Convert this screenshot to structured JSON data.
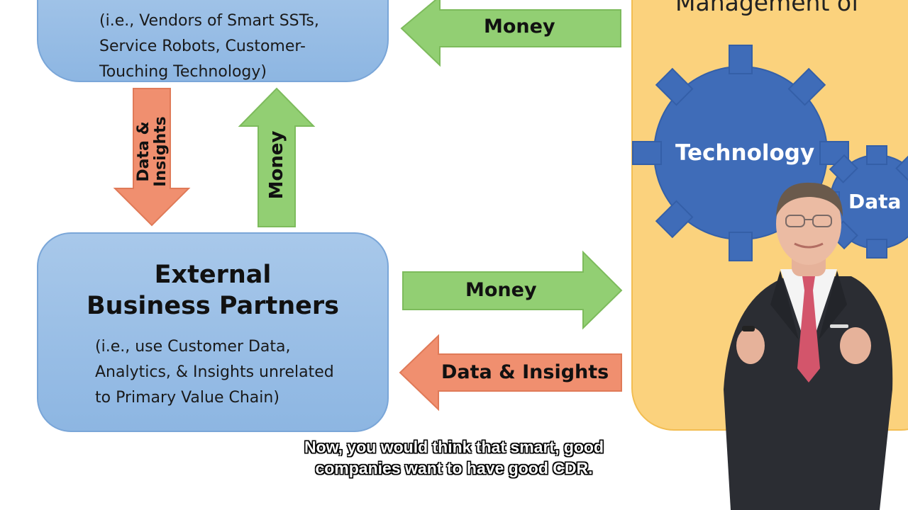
{
  "top_box": {
    "lines": [
      "(i.e., Vendors of Smart SSTs,",
      "Service Robots, Customer-",
      "Touching Technology)"
    ]
  },
  "bottom_box": {
    "title_line1": "External",
    "title_line2": "Business Partners",
    "lines": [
      "(i.e., use Customer Data,",
      "Analytics, & Insights unrelated",
      "to Primary Value Chain)"
    ]
  },
  "management": {
    "title": "Management of",
    "gear_main": "Technology",
    "gear_small": "Data"
  },
  "arrows": {
    "top_right_money": "Money",
    "down_data_insights_line1": "Data &",
    "down_data_insights_line2": "Insights",
    "up_money": "Money",
    "right_money": "Money",
    "left_data_insights": "Data & Insights"
  },
  "colors": {
    "box_blue": "#8db6e2",
    "panel_yellow": "#fbd27d",
    "arrow_green": "#92cf73",
    "arrow_orange": "#f08f6f",
    "gear_blue": "#3f6cb8"
  },
  "subtitles": {
    "line1": "Now, you would think that smart, good",
    "line2": "companies want to have good CDR."
  }
}
